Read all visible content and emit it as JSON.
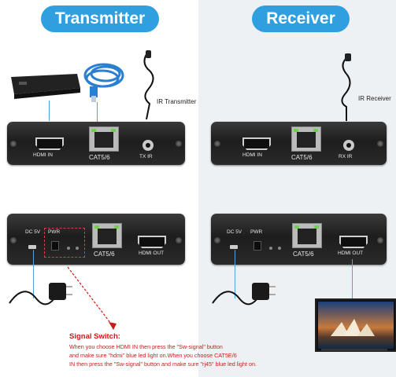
{
  "header": {
    "transmitter": "Transmitter",
    "receiver": "Receiver"
  },
  "labels": {
    "ir_transmitter": "IR Transmitter",
    "ir_receiver": "IR Receiver"
  },
  "tx_front": {
    "hdmi_in": "HDMI IN",
    "cat": "CAT5/6",
    "tx_ir": "TX IR"
  },
  "rx_front": {
    "hdmi_in": "HDMI IN",
    "cat": "CAT5/6",
    "rx_ir": "RX IR"
  },
  "tx_back": {
    "dc": "DC 5V",
    "pwr": "PWR",
    "cat": "CAT5/6",
    "hdmi_out": "HDMI OUT"
  },
  "rx_back": {
    "dc": "DC 5V",
    "pwr": "PWR",
    "cat": "CAT5/6",
    "hdmi_out": "HDMI OUT"
  },
  "signal_switch": {
    "title": "Signal Switch:",
    "line1": "When you choose HDMI IN then press the \"Sw-signal\" button",
    "line2": "and make sure \"hdmi\" blue led light on.When you choose CAT5E/6",
    "line3": "IN then press the \"Sw-signal\" button and make sure \"rj45\" blue led light on."
  },
  "colors": {
    "accent": "#2f9fe0",
    "note": "#cc1a1a"
  }
}
